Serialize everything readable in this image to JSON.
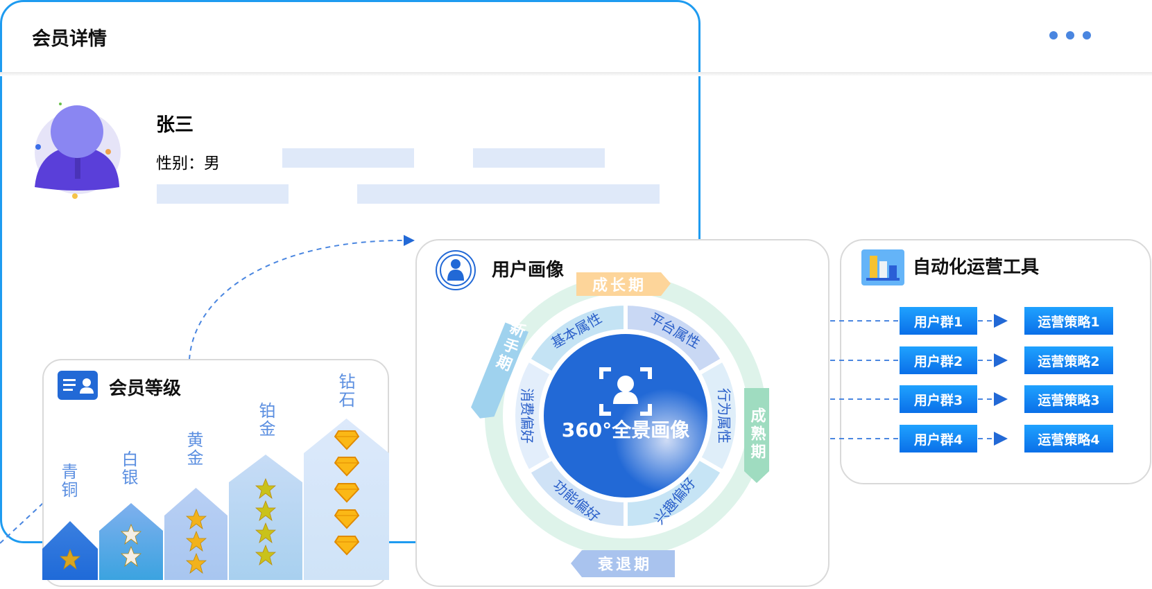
{
  "member_detail": {
    "title": "会员详情",
    "name": "张三",
    "gender": "性别：男"
  },
  "portrait": {
    "title": "用户画像",
    "center": "360°全景画像",
    "segments": [
      "平台属性",
      "行为属性",
      "兴趣偏好",
      "功能偏好",
      "消费偏好",
      "基本属性"
    ],
    "stages": {
      "growth": "成长期",
      "mature": "成熟期",
      "decline": "衰退期",
      "novice": "新手期"
    }
  },
  "automation": {
    "title": "自动化运营工具",
    "groups": [
      "用户群1",
      "用户群2",
      "用户群3",
      "用户群4"
    ],
    "strategies": [
      "运营策略1",
      "运营策略2",
      "运营策略3",
      "运营策略4"
    ]
  },
  "levels": {
    "title": "会员等级",
    "tiers": [
      {
        "name": "青铜",
        "stars": 1
      },
      {
        "name": "白银",
        "stars": 2
      },
      {
        "name": "黄金",
        "stars": 3
      },
      {
        "name": "铂金",
        "stars": 4
      },
      {
        "name": "钻石",
        "diamonds": 5
      }
    ]
  },
  "colors": {
    "primary": "#2269d6",
    "border": "#1e9bf0",
    "growth": "#fdd59a",
    "mature": "#9fdcc0",
    "decline": "#a9c3ee",
    "novice": "#9fd2ee"
  }
}
